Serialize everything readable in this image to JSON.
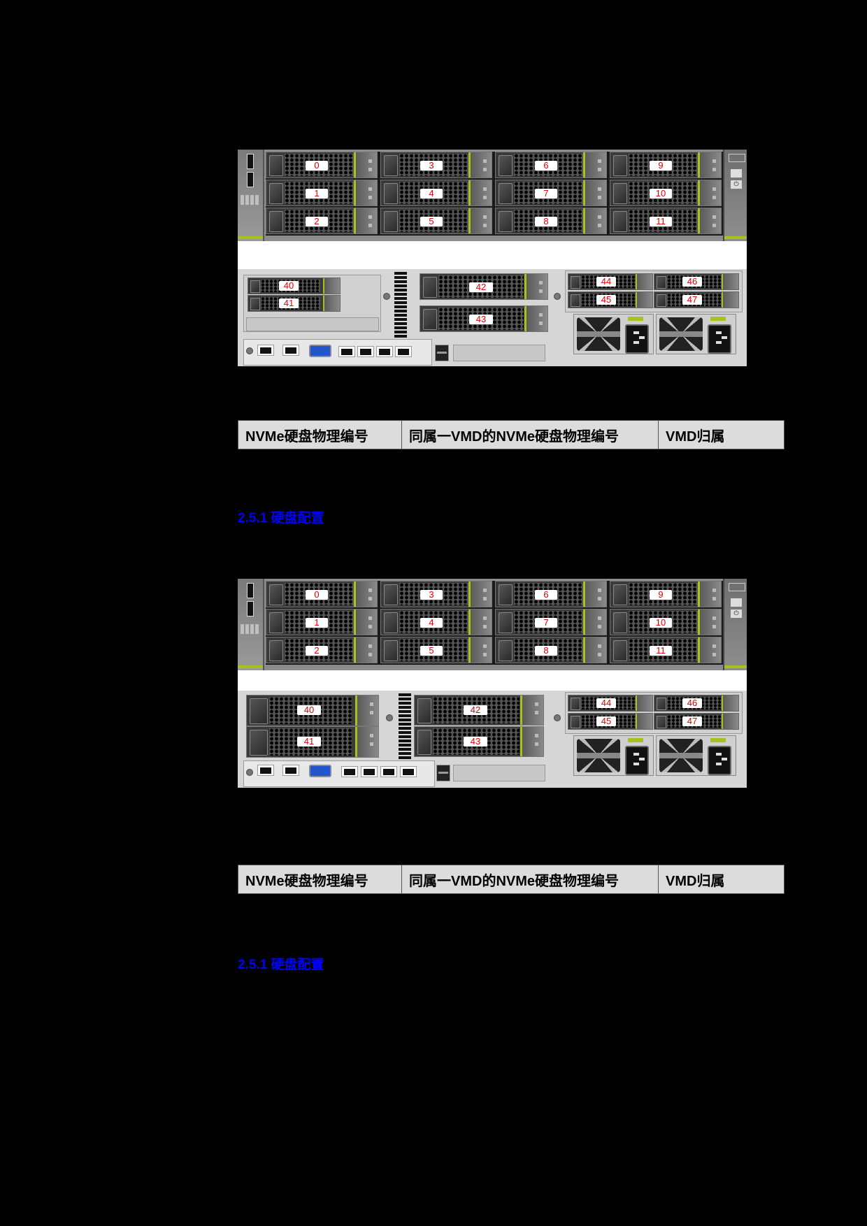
{
  "figures": [
    {
      "front": {
        "front_bays": [
          {
            "col": 0,
            "row": 0,
            "label": "0"
          },
          {
            "col": 0,
            "row": 1,
            "label": "1"
          },
          {
            "col": 0,
            "row": 2,
            "label": "2"
          },
          {
            "col": 1,
            "row": 0,
            "label": "3"
          },
          {
            "col": 1,
            "row": 1,
            "label": "4"
          },
          {
            "col": 1,
            "row": 2,
            "label": "5"
          },
          {
            "col": 2,
            "row": 0,
            "label": "6"
          },
          {
            "col": 2,
            "row": 1,
            "label": "7"
          },
          {
            "col": 2,
            "row": 2,
            "label": "8"
          },
          {
            "col": 3,
            "row": 0,
            "label": "9"
          },
          {
            "col": 3,
            "row": 1,
            "label": "10"
          },
          {
            "col": 3,
            "row": 2,
            "label": "11"
          }
        ]
      },
      "rear": {
        "left_bays": [
          "40",
          "41"
        ],
        "left_bay_form": "2.5-inch",
        "middle_bays": [
          "42",
          "43"
        ],
        "right_bays": [
          "44",
          "45",
          "46",
          "47"
        ]
      }
    },
    {
      "front": {
        "front_bays": [
          {
            "col": 0,
            "row": 0,
            "label": "0"
          },
          {
            "col": 0,
            "row": 1,
            "label": "1"
          },
          {
            "col": 0,
            "row": 2,
            "label": "2"
          },
          {
            "col": 1,
            "row": 0,
            "label": "3"
          },
          {
            "col": 1,
            "row": 1,
            "label": "4"
          },
          {
            "col": 1,
            "row": 2,
            "label": "5"
          },
          {
            "col": 2,
            "row": 0,
            "label": "6"
          },
          {
            "col": 2,
            "row": 1,
            "label": "7"
          },
          {
            "col": 2,
            "row": 2,
            "label": "8"
          },
          {
            "col": 3,
            "row": 0,
            "label": "9"
          },
          {
            "col": 3,
            "row": 1,
            "label": "10"
          },
          {
            "col": 3,
            "row": 2,
            "label": "11"
          }
        ]
      },
      "rear": {
        "left_bays": [
          "40",
          "41"
        ],
        "left_bay_form": "3.5-inch",
        "middle_bays": [
          "42",
          "43"
        ],
        "right_bays": [
          "44",
          "45",
          "46",
          "47"
        ]
      }
    }
  ],
  "tables": [
    {
      "headers": [
        "NVMe硬盘物理编号",
        "同属一VMD的NVMe硬盘物理编号",
        "VMD归属"
      ]
    },
    {
      "headers": [
        "NVMe硬盘物理编号",
        "同属一VMD的NVMe硬盘物理编号",
        "VMD归属"
      ]
    }
  ],
  "headings": [
    {
      "text": "2.5.1 硬盘配置"
    },
    {
      "text": "2.5.1 硬盘配置"
    }
  ],
  "colors": {
    "page_background": "#000000",
    "heading_link": "#0000ff",
    "drive_label_text": "#e00000",
    "drive_handle_accent": "#a8c020",
    "table_header_fill": "#dcdcdc"
  },
  "icons": {
    "power_button": "⏻",
    "usb": "usb-icon"
  }
}
